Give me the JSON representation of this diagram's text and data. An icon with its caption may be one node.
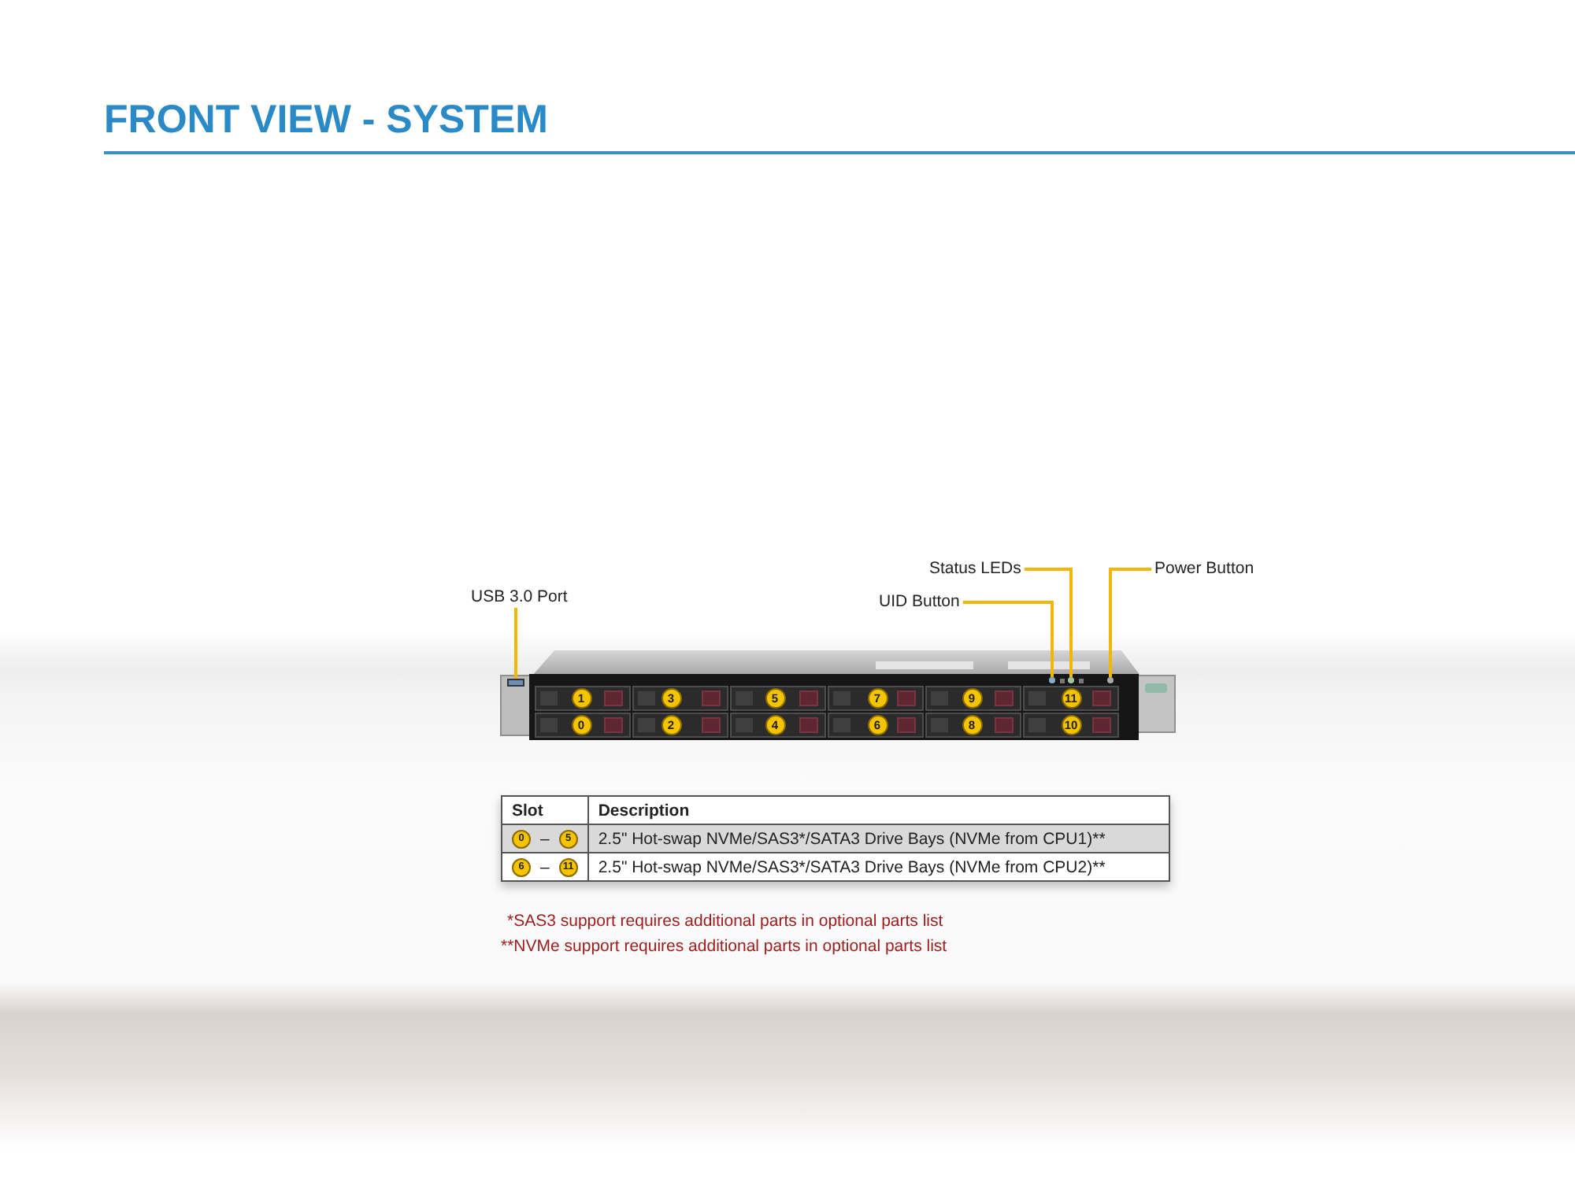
{
  "diagram": {
    "title": "FRONT VIEW - SYSTEM",
    "nodes": [
      {
        "text": [
          "Status LEDs"
        ]
      },
      {
        "text": [
          "Power Button"
        ]
      },
      {
        "text": [
          "UID Button"
        ]
      },
      {
        "text": [
          "USB 3.0 Port"
        ]
      },
      {
        "text": [],
        "shape": "box"
      },
      {
        "text": [],
        "shape": "circle"
      },
      {
        "text": [],
        "shape": "circle"
      },
      {
        "text": [],
        "shape": "circle"
      },
      {
        "text": [
          "1"
        ]
      },
      {
        "text": [
          "3"
        ]
      },
      {
        "text": [
          "5"
        ]
      },
      {
        "text": [
          "7"
        ]
      },
      {
        "text": [
          "9"
        ]
      },
      {
        "text": [
          "11"
        ]
      },
      {
        "text": [
          "0"
        ]
      },
      {
        "text": [
          "2"
        ]
      },
      {
        "text": [
          "4"
        ]
      },
      {
        "text": [
          "6"
        ]
      },
      {
        "text": [
          "8"
        ]
      },
      {
        "text": [
          "10"
        ]
      },
      {
        "text": [
          "0"
        ]
      },
      {
        "text": [
          "5"
        ]
      },
      {
        "text": [
          "6"
        ]
      },
      {
        "text": [
          "11"
        ]
      }
    ],
    "edges": [
      {
        "from": 3,
        "to": 4,
        "arrow": "none"
      },
      {
        "from": 2,
        "to": 5,
        "arrow": "none"
      },
      {
        "from": 0,
        "to": 6,
        "arrow": "none"
      },
      {
        "from": 1,
        "to": 7,
        "arrow": "none"
      }
    ],
    "labels": [
      "Slot",
      "Description",
      "–",
      "2.5\" Hot-swap NVMe/SAS3*/SATA3 Drive Bays (NVMe from CPU1)**",
      "–",
      "2.5\" Hot-swap NVMe/SAS3*/SATA3 Drive Bays (NVMe from CPU2)**",
      "*SAS3 support requires additional parts in optional parts list",
      "**NVMe support requires additional parts in optional parts list"
    ]
  }
}
